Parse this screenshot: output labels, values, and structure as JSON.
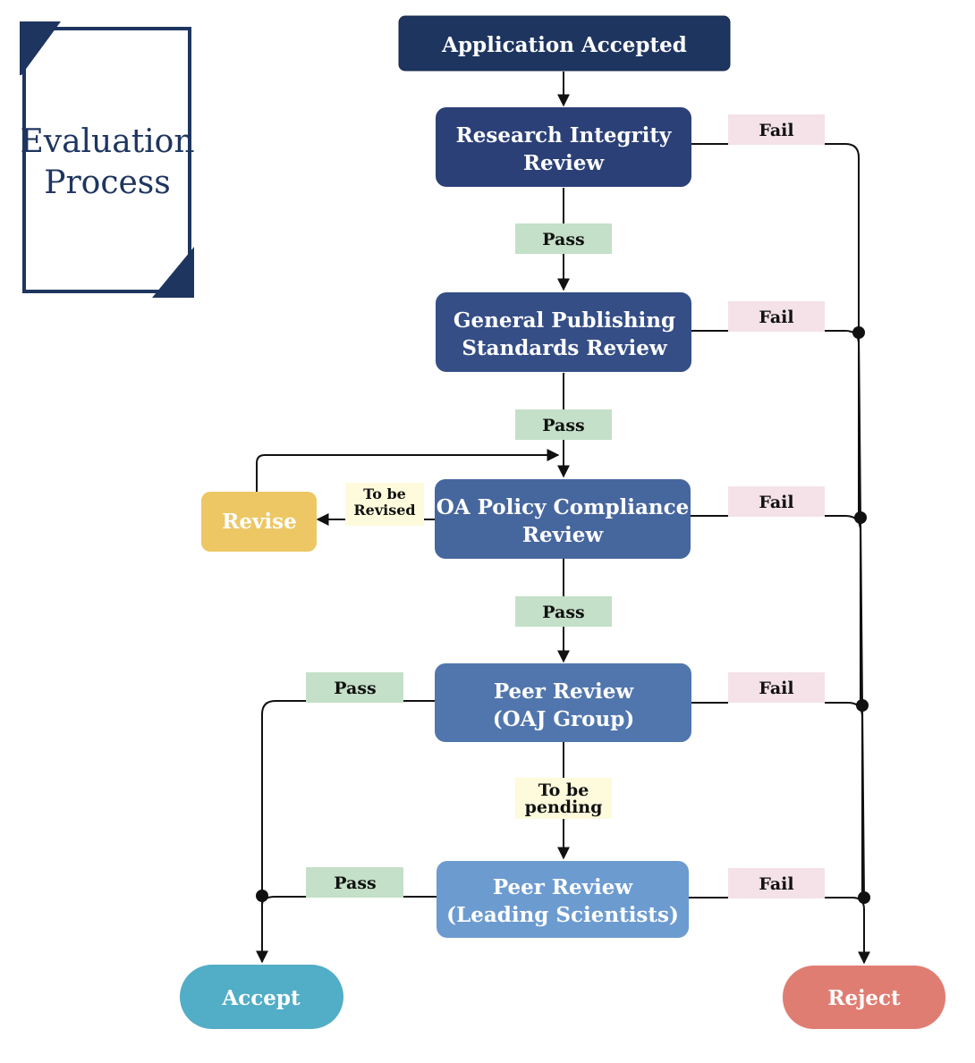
{
  "title": {
    "line1": "Evaluation",
    "line2": "Process"
  },
  "nodes": {
    "application_accepted": "Application Accepted",
    "research_integrity": [
      "Research Integrity",
      "Review"
    ],
    "general_publishing": [
      "General Publishing",
      "Standards Review"
    ],
    "oa_policy": [
      "OA Policy Compliance",
      "Review"
    ],
    "peer_review_oaj": [
      "Peer Review",
      "(OAJ Group)"
    ],
    "peer_review_leading": [
      "Peer Review",
      "(Leading Scientists)"
    ],
    "revise": "Revise",
    "accept": "Accept",
    "reject": "Reject"
  },
  "labels": {
    "pass": "Pass",
    "fail": "Fail",
    "to_be_revised": [
      "To be",
      "Revised"
    ],
    "to_be_pending": [
      "To be",
      "pending"
    ]
  },
  "colors": {
    "title_frame": "#1e3560",
    "application_accepted": "#1e3560",
    "research_integrity": "#2b4077",
    "general_publishing": "#354e86",
    "oa_policy": "#46669e",
    "peer_review_oaj": "#5176ae",
    "peer_review_leading": "#6c9bd0",
    "revise": "#ecc764",
    "accept": "#52adc6",
    "reject": "#e07d72",
    "pass_label": "#c4e0c8",
    "fail_label": "#f4e2e8",
    "pending_label": "#fdfbdb"
  }
}
